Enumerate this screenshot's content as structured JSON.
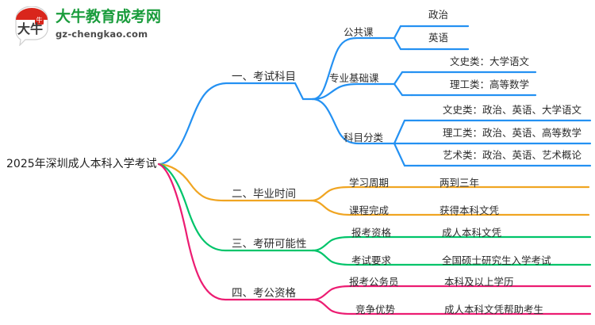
{
  "logo": {
    "mark_text": "大牛",
    "title": "大牛教育成考网",
    "subtitle": "gz-chengkao.com",
    "brand_green": "#1a9c3c",
    "brand_red": "#d9261c"
  },
  "mindmap": {
    "root": {
      "label": "2025年深圳成人本科入学考试"
    },
    "colors": {
      "branch1": "#2491f2",
      "branch2": "#f0a522",
      "branch3": "#00c46a",
      "branch4": "#ec1c72"
    },
    "branches": [
      {
        "label": "一、考试科目",
        "color": "#2491f2",
        "children": [
          {
            "label": "公共课",
            "leaves": [
              {
                "label": "政治"
              },
              {
                "label": "英语"
              }
            ]
          },
          {
            "label": "专业基础课",
            "leaves": [
              {
                "label": "文史类：大学语文"
              },
              {
                "label": "理工类：高等数学"
              }
            ]
          },
          {
            "label": "科目分类",
            "leaves": [
              {
                "label": "文史类：政治、英语、大学语文"
              },
              {
                "label": "理工类：政治、英语、高等数学"
              },
              {
                "label": "艺术类：政治、英语、艺术概论"
              }
            ]
          }
        ]
      },
      {
        "label": "二、毕业时间",
        "color": "#f0a522",
        "children": [
          {
            "label": "学习周期",
            "leaves": [
              {
                "label": "两到三年"
              }
            ]
          },
          {
            "label": "课程完成",
            "leaves": [
              {
                "label": "获得本科文凭"
              }
            ]
          }
        ]
      },
      {
        "label": "三、考研可能性",
        "color": "#00c46a",
        "children": [
          {
            "label": "报考资格",
            "leaves": [
              {
                "label": "成人本科文凭"
              }
            ]
          },
          {
            "label": "考试要求",
            "leaves": [
              {
                "label": "全国硕士研究生入学考试"
              }
            ]
          }
        ]
      },
      {
        "label": "四、考公资格",
        "color": "#ec1c72",
        "children": [
          {
            "label": "报考公务员",
            "leaves": [
              {
                "label": "本科及以上学历"
              }
            ]
          },
          {
            "label": "竞争优势",
            "leaves": [
              {
                "label": "成人本科文凭帮助考生"
              }
            ]
          }
        ]
      }
    ]
  }
}
